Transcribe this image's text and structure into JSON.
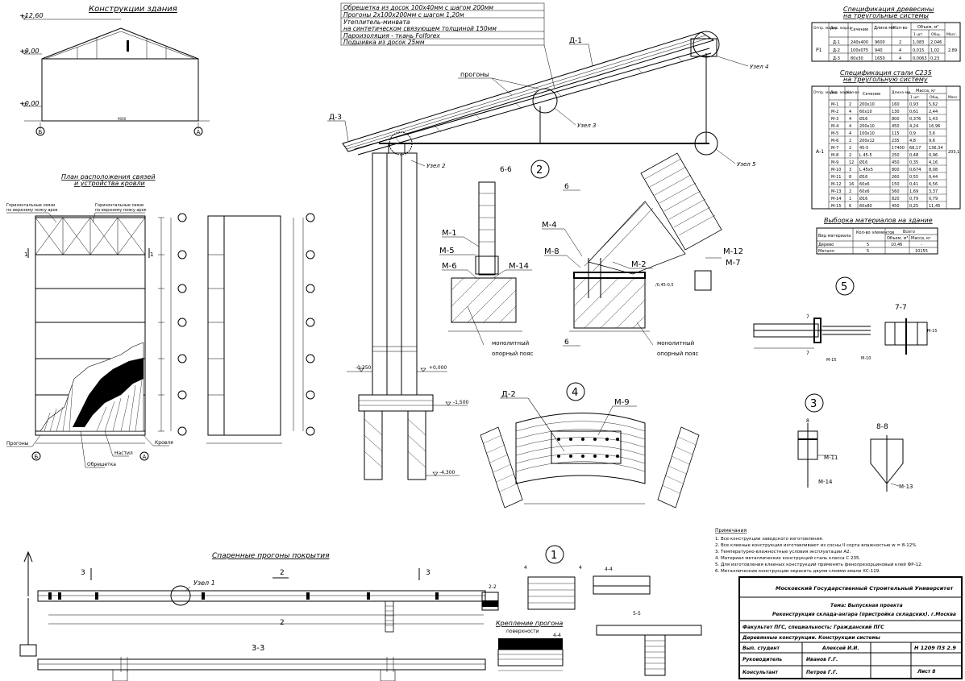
{
  "sections": {
    "building_section": "Конструкции здания",
    "plan_title_1": "План расположения связей",
    "plan_title_2": "и устройства кровли",
    "purlins_title": "Спаренные прогоны покрытия",
    "purlin_mount_title_1": "Крепление прогона",
    "purlin_mount_title_2": "поверхности"
  },
  "levels": {
    "ridge": "+12,60",
    "top": "+9,00",
    "zero": "+0,00",
    "found_top": "+0,000",
    "found_minus": "-0,350",
    "base1": "-1,500",
    "base2": "-4,300"
  },
  "axes": {
    "b": "Б",
    "a": "А"
  },
  "layers": [
    "Обрешетка из досок 100x40мм с шагом 200мм",
    "Прогоны 2x100x200мм с шагом 1,20м",
    "Утеплитель-минвата",
    "на синтетическом связующем толщиной 150мм",
    "Пароизоляция - ткань Folforex",
    "Подшивка из досок 25мм"
  ],
  "labels": {
    "d1": "Д-1",
    "d2": "Д-2",
    "d3": "Д-3",
    "purlins": "прогоны",
    "node2": "Узел 2",
    "node3": "Узел 3",
    "node4": "Узел 4",
    "node5": "Узел 5",
    "node1": "Узел 1",
    "monolith_1": "монолитный",
    "monolith_2": "опорный пояс",
    "m1": "М-1",
    "m2": "М-2",
    "m4": "М-4",
    "m5": "М-5",
    "m6": "М-6",
    "m7": "М-7",
    "m8": "М-8",
    "m9": "М-9",
    "m11": "М-11",
    "m12": "М-12",
    "m13": "М-13",
    "m14": "М-14",
    "sec66": "6-6",
    "sec77": "7-7",
    "sec88": "8-8",
    "sec33": "3-3",
    "sec22": "2-2",
    "sec44": "4-4",
    "sec55": "5-5",
    "c1": "1",
    "c2": "2",
    "c3": "3",
    "c4": "4",
    "c5": "5",
    "plan_gor": "Горизонтальные связи",
    "plan_gor2": "по верхнему поясу арок",
    "plan_gor3": "Горизонтальные связи",
    "plan_purl": "Прогоны",
    "plan_krov": "Кровля",
    "plan_obr": "Обрешетка",
    "plan_nast": "Настил"
  },
  "wood_spec": {
    "title_1": "Спецификация древесины",
    "title_2": "на треугольные системы",
    "headers": [
      "Отпр. марка",
      "Дер. марка",
      "Сечение",
      "Длина мм",
      "Кол-во",
      "1 шт.",
      "Общ.",
      "Масс."
    ],
    "group_header": "Объем, м³",
    "group": "Р1",
    "rows": [
      [
        "Д-1",
        "240x400",
        "9600",
        "2",
        "1,083",
        "2,046"
      ],
      [
        "Д-2",
        "100x075",
        "940",
        "4",
        "0,015",
        "1,02"
      ],
      [
        "Д-3",
        "80x30",
        "1650",
        "4",
        "0,0063",
        "0,23"
      ]
    ],
    "total": "2,89"
  },
  "steel_spec": {
    "title_1": "Спецификация стали С235",
    "title_2": "на треугольную систему",
    "headers": [
      "Отпр. марка",
      "Дер. марка",
      "Кол-во",
      "Сечение",
      "Длина мм",
      "1 шт.",
      "Общ.",
      "Масс."
    ],
    "group_header": "Масса, кг",
    "group": "А-1",
    "rows": [
      [
        "М-1",
        "2",
        "200x10",
        "160",
        "0,93",
        "5,62"
      ],
      [
        "М-2",
        "4",
        "60x10",
        "130",
        "0,61",
        "2,44"
      ],
      [
        "М-3",
        "4",
        "Ø16",
        "800",
        "0,376",
        "1,43"
      ],
      [
        "М-4",
        "4",
        "200x10",
        "450",
        "4,24",
        "16,96"
      ],
      [
        "М-5",
        "4",
        "100x10",
        "115",
        "0,9",
        "3,6"
      ],
      [
        "М-6",
        "2",
        "200x12",
        "235",
        "4,8",
        "9,6"
      ],
      [
        "М-7",
        "2",
        "45-5",
        "17400",
        "68,17",
        "136,34"
      ],
      [
        "М-8",
        "2",
        "L 45-5",
        "250",
        "0,48",
        "0,96"
      ],
      [
        "М-9",
        "12",
        "Ø16",
        "450",
        "0,35",
        "4,16"
      ],
      [
        "М-10",
        "3",
        "L 45x5",
        "800",
        "0,674",
        "8,08"
      ],
      [
        "М-11",
        "8",
        "Ø16",
        "260",
        "0,55",
        "0,44"
      ],
      [
        "М-12",
        "16",
        "60x6",
        "150",
        "0,41",
        "6,56"
      ],
      [
        "М-13",
        "2",
        "60x6",
        "560",
        "1,69",
        "3,37"
      ],
      [
        "М-14",
        "1",
        "Ø16",
        "820",
        "0,79",
        "0,79"
      ],
      [
        "М-15",
        "6",
        "60x80",
        "450",
        "0,25",
        "11,45"
      ]
    ],
    "total": "203,1"
  },
  "materials": {
    "title": "Выборка материалов на здание",
    "headers": [
      "Вид материала",
      "Кол-во элементов",
      "Объем, м³",
      "Масса, кг"
    ],
    "group_header": "Всего",
    "rows": [
      [
        "Дерево",
        "5",
        "10,46",
        "-"
      ],
      [
        "Металл",
        "5",
        "",
        "10155"
      ]
    ]
  },
  "notes": {
    "title": "Примечания",
    "items": [
      "1. Все конструкции заводского изготовления.",
      "2. Все клееные конструкции изготавливают из сосны II сорта влажностью w = 8-12%",
      "3. Температурно-влажностные условия эксплуатации А2.",
      "4. Материал металлических конструкций сталь класса С 235.",
      "5. Для изготовления клееных конструкций применять фенолрезорциновый клей ФР-12.",
      "6. Металлические конструкции окрасить двумя слоями эмали ХС-119."
    ]
  },
  "stamp": {
    "org": "Московский Государственный Строительный Университет",
    "topic": "Тема: Выпускная проекта",
    "subject": "Реконструкция склада-ангара (пристройка складских). г.Москва",
    "faculty": "Факультет ПГС, специальность: Гражданский ПГС",
    "sheet_title": "Деревянные конструкции. Конструкции системы",
    "role1": "Вып. студент",
    "name1": "Алексей И.И.",
    "role2": "Руководитель",
    "name2": "Иванов Г.Г.",
    "role3": "Консультант",
    "name3": "Петров Г.Г.",
    "code": "Н 1209 ПЗ 2.9",
    "sheet": "Лист 8"
  }
}
